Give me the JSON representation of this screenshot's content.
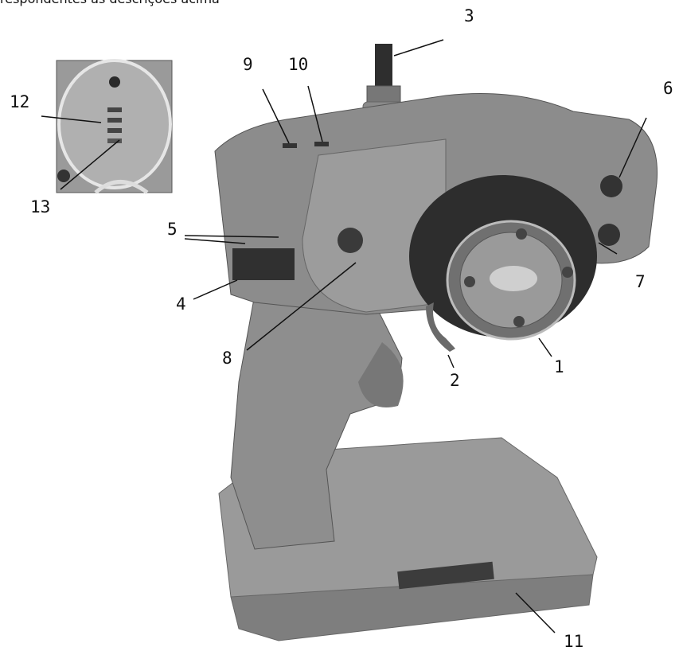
{
  "caption": "respondentes às descrições acima",
  "callouts": {
    "c1": "1",
    "c2": "2",
    "c3": "3",
    "c4": "4",
    "c5": "5",
    "c6": "6",
    "c7": "7",
    "c8": "8",
    "c9": "9",
    "c10": "10",
    "c11": "11",
    "c12": "12",
    "c13": "13"
  },
  "colors": {
    "body": "#8c8c8c",
    "dark": "#3a3a3a",
    "foam": "#2d2d2d",
    "light": "#b4b4b4"
  }
}
